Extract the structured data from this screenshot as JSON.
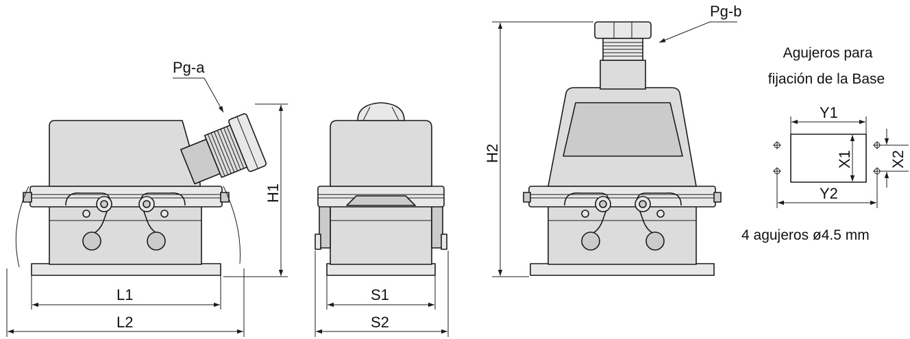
{
  "labels": {
    "pg_a": "Pg-a",
    "pg_b": "Pg-b",
    "h1": "H1",
    "h2": "H2",
    "l1": "L1",
    "l2": "L2",
    "s1": "S1",
    "s2": "S2",
    "y1": "Y1",
    "y2": "Y2",
    "x1": "X1",
    "x2": "X2"
  },
  "mounting": {
    "title_line1": "Agujeros para",
    "title_line2": "fijación de la Base",
    "holes_note": "4 agujeros ø4.5 mm"
  },
  "colors": {
    "line": "#1a1a1a",
    "body_fill": "#dcdcdc"
  }
}
